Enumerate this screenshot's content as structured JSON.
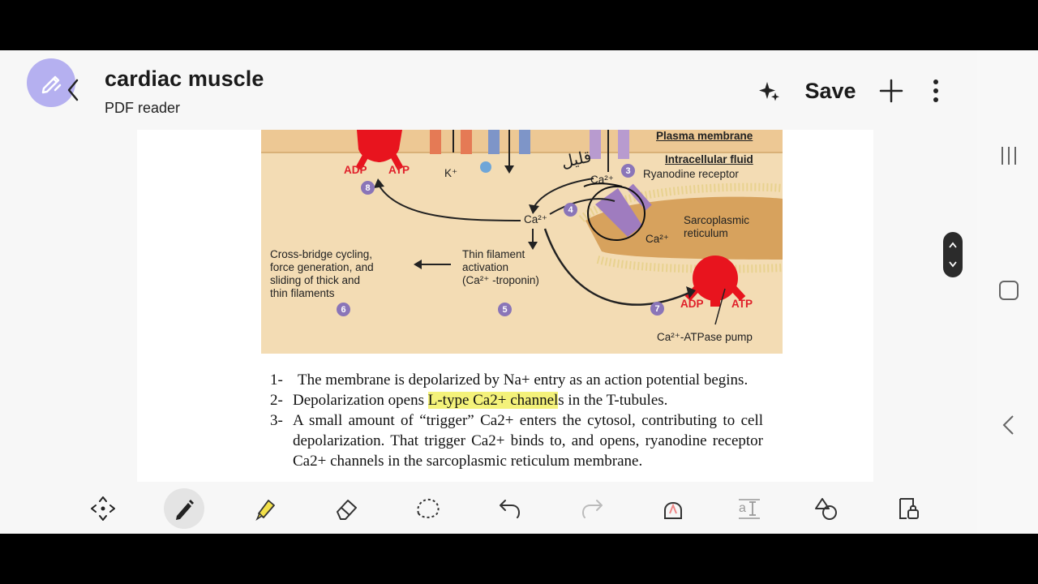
{
  "app": {
    "title": "cardiac muscle",
    "subtitle": "PDF reader",
    "save_label": "Save"
  },
  "icons": {
    "pen_fab": "pen-edit-icon",
    "back": "chevron-left-icon",
    "ai": "sparkle-icon",
    "add": "plus-icon",
    "more": "more-vertical-icon"
  },
  "colors": {
    "fab": "#b5b0f0",
    "highlight": "#f4f27a",
    "figure_bg": "#f3dcb4",
    "pump_red": "#e0202a"
  },
  "figure": {
    "plasma_membrane": "Plasma membrane",
    "intracellular_fluid": "Intracellular fluid",
    "adp_atp_top_adp": "ADP",
    "adp_atp_top_atp": "ATP",
    "k_plus": "K⁺",
    "ca_top": "Ca²⁺",
    "ryanodine": "Ryanodine receptor",
    "ca_center": "Ca²⁺",
    "sarcoplasmic": "Sarcoplasmic\nreticulum",
    "ca_sr": "Ca²⁺",
    "cross_bridge": "Cross-bridge cycling,\nforce generation, and\nsliding of thick and\nthin filaments",
    "thin_filament": "Thin filament\nactivation\n(Ca²⁺ -troponin)",
    "adp_bottom": "ADP",
    "atp_bottom": "ATP",
    "pump": "Ca²⁺-ATPase pump",
    "badges": [
      "3",
      "4",
      "5",
      "6",
      "7",
      "8"
    ],
    "handwritten": "قليل"
  },
  "steps": [
    {
      "num": "1-",
      "text": "The membrane is depolarized by Na+ entry as an action potential begins."
    },
    {
      "num": "2-",
      "pre": "Depolarization opens ",
      "highlight": "L-type Ca2+ channel",
      "post": "s in the T-tubules."
    },
    {
      "num": "3-",
      "text": "A small amount of “trigger” Ca2+ enters the cytosol, contributing to cell depolarization. That trigger Ca2+ binds to, and opens, ryanodine receptor Ca2+ channels in the sarcoplasmic reticulum membrane."
    }
  ],
  "toolbar": {
    "tools": [
      "move-select-icon",
      "pen-icon",
      "highlighter-icon",
      "eraser-icon",
      "lasso-icon",
      "undo-icon",
      "redo-icon",
      "shape-icon",
      "text-icon",
      "shapes-icon",
      "read-only-lock-icon"
    ],
    "active": "pen-icon"
  },
  "nav": {
    "recent": "recent-apps-icon",
    "home": "home-icon",
    "back": "nav-back-icon"
  }
}
